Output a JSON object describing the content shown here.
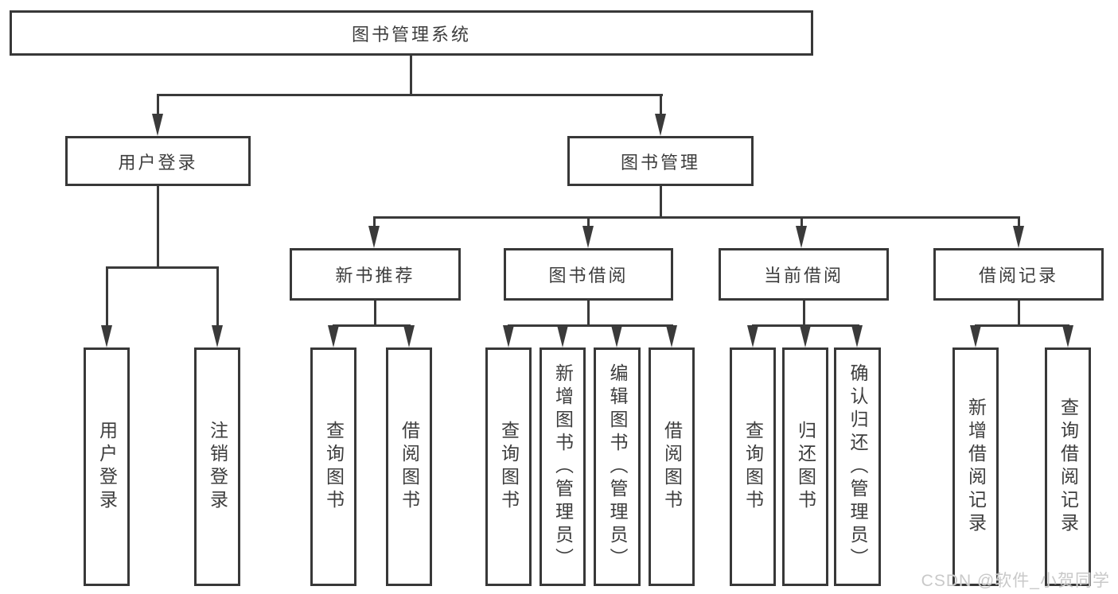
{
  "diagram": {
    "title": "图书管理系统",
    "root": {
      "label": "图书管理系统"
    },
    "level2": [
      {
        "label": "用户登录"
      },
      {
        "label": "图书管理"
      }
    ],
    "level3": [
      {
        "label": "新书推荐"
      },
      {
        "label": "图书借阅"
      },
      {
        "label": "当前借阅"
      },
      {
        "label": "借阅记录"
      }
    ],
    "leaves": {
      "user_login": [
        {
          "label": "用户登录"
        },
        {
          "label": "注销登录"
        }
      ],
      "new_book_recommend": [
        {
          "label": "查询图书"
        },
        {
          "label": "借阅图书"
        }
      ],
      "book_borrow": [
        {
          "label": "查询图书"
        },
        {
          "label": "新增图书（管理员）"
        },
        {
          "label": "编辑图书（管理员）"
        },
        {
          "label": "借阅图书"
        }
      ],
      "current_borrow": [
        {
          "label": "查询图书"
        },
        {
          "label": "归还图书"
        },
        {
          "label": "确认归还（管理员）"
        }
      ],
      "borrow_records": [
        {
          "label": "新增借阅记录"
        },
        {
          "label": "查询借阅记录"
        }
      ]
    },
    "watermark": "CSDN @软件_小贺同学",
    "colors": {
      "line": "#3a3a3a",
      "text": "#3d3d3d",
      "watermark": "#c9c9c9",
      "background": "#ffffff"
    }
  }
}
